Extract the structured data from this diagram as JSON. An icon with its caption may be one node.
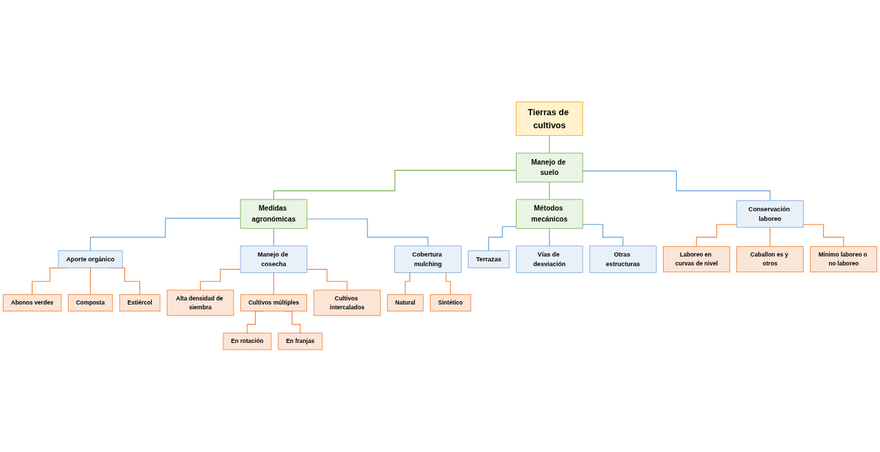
{
  "diagram": {
    "nodes": [
      {
        "text": [
          "Tierras de cultivos"
        ]
      },
      {
        "text": [
          "Medidas agronómicas"
        ]
      },
      {
        "text": [
          "Manejo de suelo"
        ]
      },
      {
        "text": [
          "Métodos mecánicos"
        ]
      },
      {
        "text": [
          "Aporte orgánico"
        ]
      },
      {
        "text": [
          "Manejo de cosecha"
        ]
      },
      {
        "text": [
          "Cobertura mulching"
        ]
      },
      {
        "text": [
          "Conservación laboreo"
        ]
      },
      {
        "text": [
          "Terrazas"
        ]
      },
      {
        "text": [
          "Vías de desviación"
        ]
      },
      {
        "text": [
          "Otras estructuras"
        ]
      },
      {
        "text": [
          "Abonos verdes"
        ]
      },
      {
        "text": [
          "Composta"
        ]
      },
      {
        "text": [
          "Estiércol"
        ]
      },
      {
        "text": [
          "Alta densidad de siembra"
        ]
      },
      {
        "text": [
          "Cultivos múltiples"
        ]
      },
      {
        "text": [
          "Cultivos intercalados"
        ]
      },
      {
        "text": [
          "En rotación"
        ]
      },
      {
        "text": [
          "En franjas"
        ]
      },
      {
        "text": [
          "Natural"
        ]
      },
      {
        "text": [
          "Sintético"
        ]
      },
      {
        "text": [
          "Laboreo en curvas de nivel"
        ]
      },
      {
        "text": [
          "Caballon es y otros"
        ]
      },
      {
        "text": [
          "Mínimo laboreo o no laboreo"
        ]
      }
    ],
    "edges": [
      {
        "from": 0,
        "to": 2,
        "arrow": "none",
        "color": "#70ad47"
      },
      {
        "from": 2,
        "to": 1,
        "arrow": "none",
        "color": "#70ad47"
      },
      {
        "from": 2,
        "to": 3,
        "arrow": "none",
        "color": "#70ad47"
      },
      {
        "from": 1,
        "to": 4,
        "arrow": "none",
        "color": "#5b9bd5"
      },
      {
        "from": 1,
        "to": 5,
        "arrow": "none",
        "color": "#5b9bd5"
      },
      {
        "from": 1,
        "to": 6,
        "arrow": "none",
        "color": "#5b9bd5"
      },
      {
        "from": 2,
        "to": 7,
        "arrow": "none",
        "color": "#5b9bd5"
      },
      {
        "from": 3,
        "to": 8,
        "arrow": "none",
        "color": "#5b9bd5"
      },
      {
        "from": 3,
        "to": 9,
        "arrow": "none",
        "color": "#5b9bd5"
      },
      {
        "from": 3,
        "to": 10,
        "arrow": "none",
        "color": "#5b9bd5"
      },
      {
        "from": 4,
        "to": 11,
        "arrow": "none"
      },
      {
        "from": 4,
        "to": 12,
        "arrow": "none"
      },
      {
        "from": 4,
        "to": 13,
        "arrow": "none"
      },
      {
        "from": 5,
        "to": 14,
        "arrow": "none"
      },
      {
        "from": 5,
        "to": 15,
        "arrow": "none"
      },
      {
        "from": 5,
        "to": 16,
        "arrow": "none"
      },
      {
        "from": 15,
        "to": 17,
        "arrow": "none"
      },
      {
        "from": 15,
        "to": 18,
        "arrow": "none"
      },
      {
        "from": 6,
        "to": 19,
        "arrow": "none"
      },
      {
        "from": 6,
        "to": 20,
        "arrow": "none"
      },
      {
        "from": 7,
        "to": 21,
        "arrow": "none"
      },
      {
        "from": 7,
        "to": 22,
        "arrow": "none"
      },
      {
        "from": 7,
        "to": 23,
        "arrow": "none"
      }
    ]
  }
}
